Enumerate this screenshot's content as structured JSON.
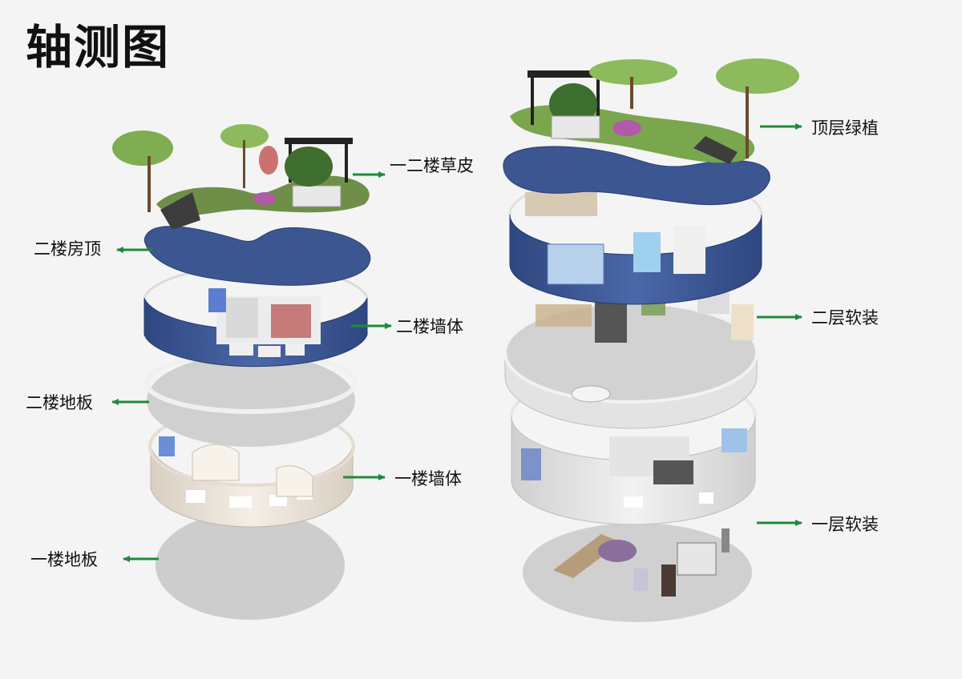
{
  "title": "轴测图",
  "colors": {
    "roof_blue": "#3c5691",
    "wall_blue": "#3f5c9c",
    "floor_gray": "#d0d0d0",
    "wall_cream": "#eee6da",
    "arrow_green": "#1e8a3c",
    "plant_green": "#7aa64e"
  },
  "left_labels": {
    "grass": "一二楼草皮",
    "roof": "二楼房顶",
    "wall2": "二楼墙体",
    "floor2": "二楼地板",
    "wall1": "一楼墙体",
    "floor1": "一楼地板"
  },
  "right_labels": {
    "green": "顶层绿植",
    "soft2": "二层软装",
    "soft1": "一层软装"
  }
}
